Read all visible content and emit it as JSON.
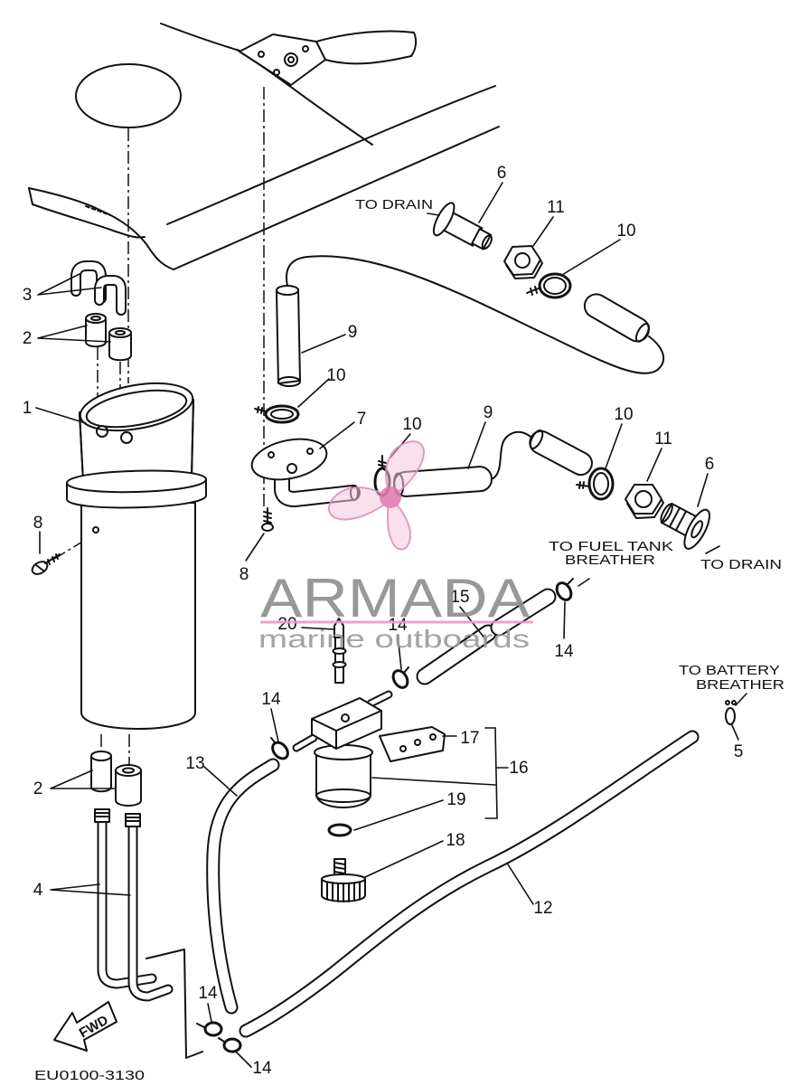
{
  "colors": {
    "line": "#111111",
    "background": "#ffffff",
    "watermark_text": "#8d8d8d",
    "watermark_accent": "#e79ac4"
  },
  "diagram": {
    "callouts": [
      "3",
      "2",
      "1",
      "8",
      "2",
      "4",
      "6",
      "11",
      "10",
      "9",
      "10",
      "7",
      "10",
      "9",
      "10",
      "11",
      "6",
      "8",
      "15",
      "20",
      "14",
      "14",
      "14",
      "17",
      "16",
      "13",
      "5",
      "19",
      "18",
      "12",
      "14",
      "14"
    ],
    "notes": {
      "to_drain_top": "TO DRAIN",
      "to_drain_right": "TO DRAIN",
      "to_fuel_tank_breather": {
        "line1": "TO FUEL TANK",
        "line2": "BREATHER"
      },
      "to_battery_breather": {
        "line1": "TO BATTERY",
        "line2": "BREATHER"
      }
    },
    "direction_arrow": "FWD",
    "figure_code": "EU0100-3130"
  },
  "watermark": {
    "logo_icon": "propeller-icon",
    "brand": "ARMADA",
    "tagline": "marine outboards"
  }
}
